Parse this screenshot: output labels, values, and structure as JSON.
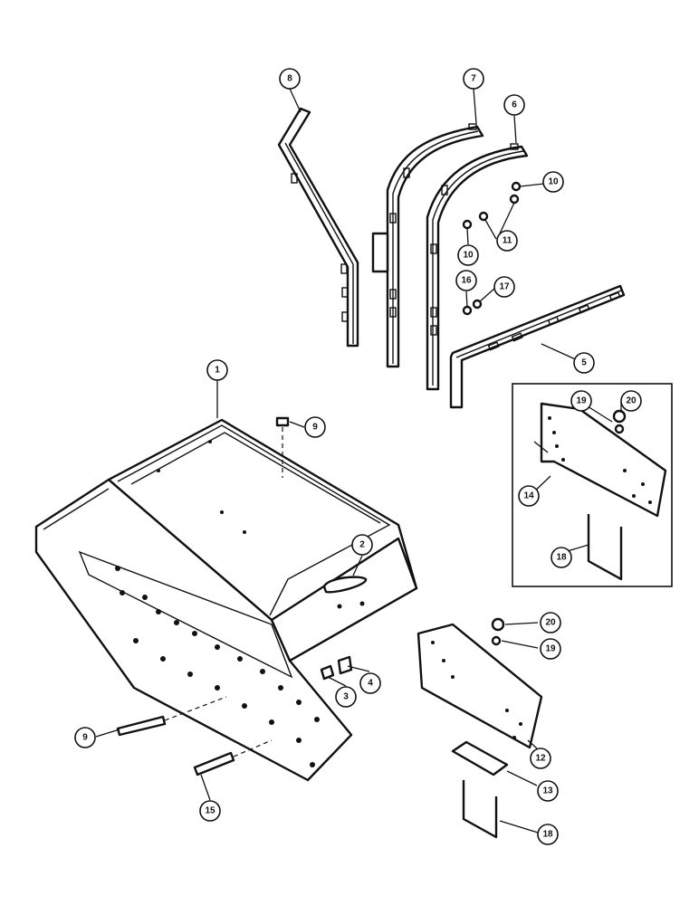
{
  "callouts": {
    "c1": "1",
    "c2": "2",
    "c3": "3",
    "c4": "4",
    "c5": "5",
    "c6": "6",
    "c7": "7",
    "c8": "8",
    "c9a": "9",
    "c9b": "9",
    "c10a": "10",
    "c10b": "10",
    "c11": "11",
    "c12": "12",
    "c13": "13",
    "c14": "14",
    "c15": "15",
    "c16": "16",
    "c17": "17",
    "c18a": "18",
    "c18b": "18",
    "c19a": "19",
    "c19b": "19",
    "c20a": "20",
    "c20b": "20"
  }
}
